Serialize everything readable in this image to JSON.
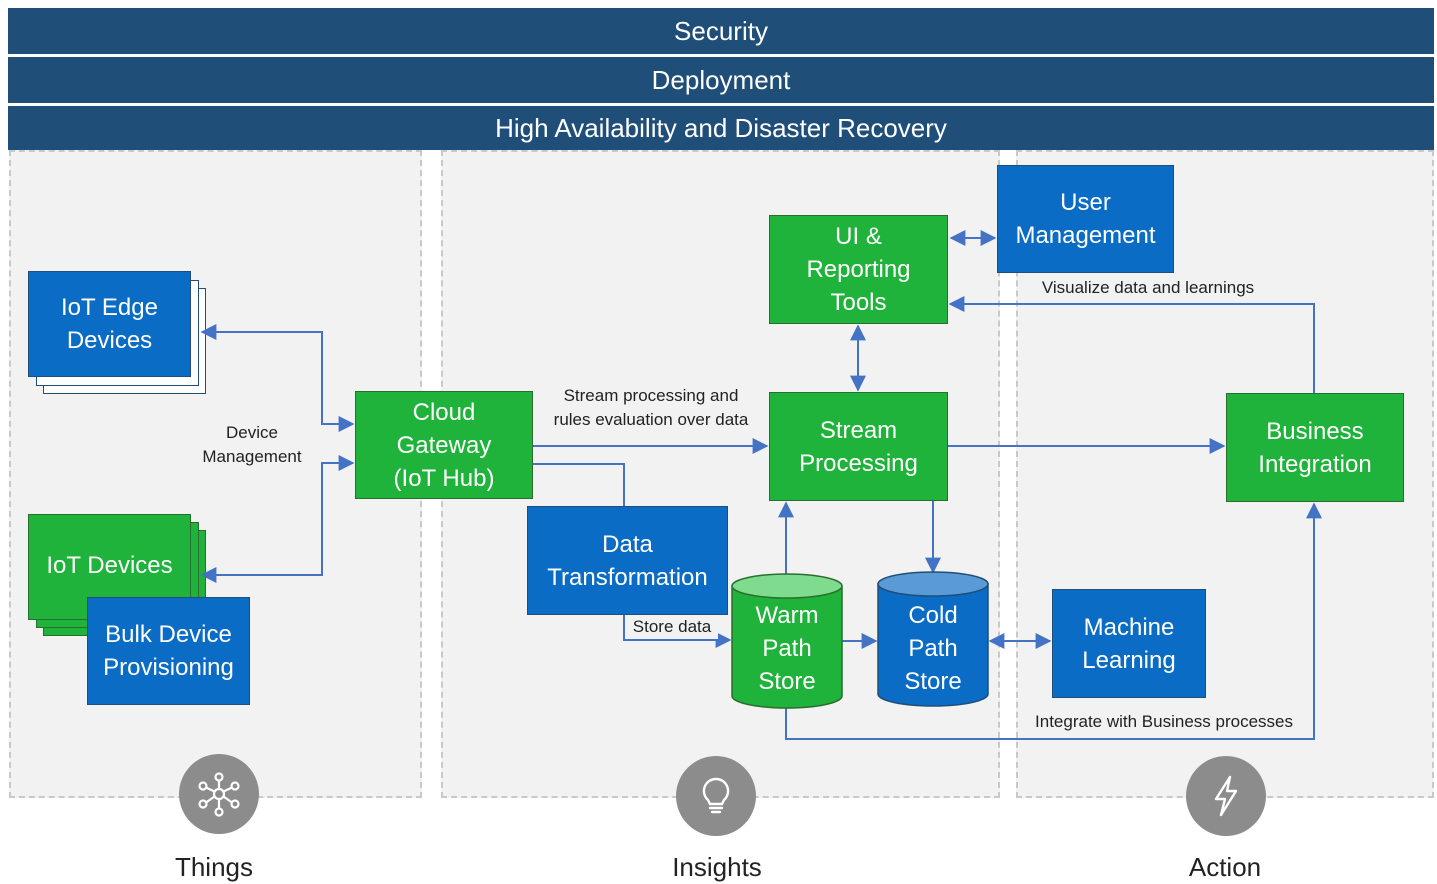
{
  "bands": {
    "security": "Security",
    "deployment": "Deployment",
    "ha_dr": "High Availability and Disaster Recovery"
  },
  "boxes": {
    "iot_edge": "IoT Edge\nDevices",
    "iot_devices": "IoT Devices",
    "bulk_provisioning": "Bulk Device\nProvisioning",
    "cloud_gateway": "Cloud\nGateway\n(IoT Hub)",
    "data_transformation": "Data\nTransformation",
    "ui_reporting": "UI &\nReporting\nTools",
    "user_management": "User\nManagement",
    "stream_processing": "Stream\nProcessing",
    "business_integration": "Business\nIntegration",
    "machine_learning": "Machine\nLearning",
    "warm_path": "Warm\nPath\nStore",
    "cold_path": "Cold\nPath\nStore"
  },
  "labels": {
    "device_management": "Device\nManagement",
    "stream_rules": "Stream processing and\nrules evaluation over data",
    "store_data": "Store data",
    "visualize": "Visualize data and learnings",
    "integrate": "Integrate with Business processes"
  },
  "pillars": {
    "things": "Things",
    "insights": "Insights",
    "action": "Action"
  },
  "icons": {
    "things": "network-hub-icon",
    "insights": "lightbulb-icon",
    "action": "lightning-bolt-icon"
  },
  "colors": {
    "band": "#1f4e79",
    "blue_box": "#0a6cc4",
    "green_box": "#1fb33b",
    "arrow": "#4472c4",
    "icon_circle": "#8c8c8c"
  }
}
